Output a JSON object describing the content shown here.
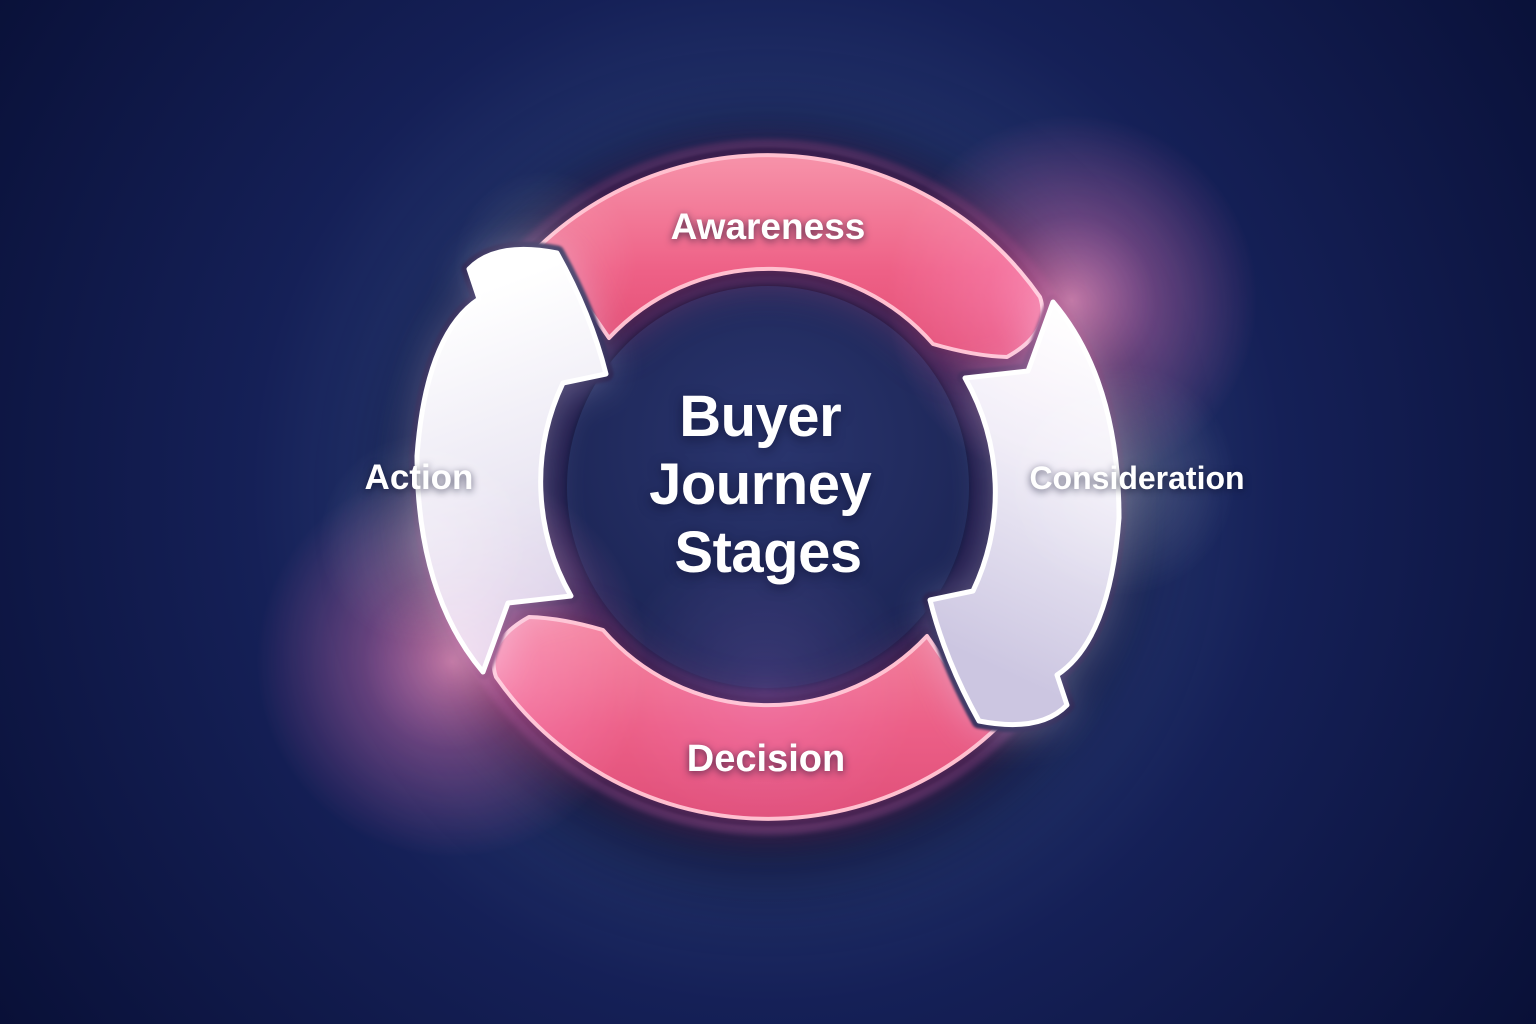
{
  "diagram": {
    "center_title_lines": [
      "Buyer",
      "Journey",
      "Stages"
    ],
    "stages": [
      {
        "label": "Awareness",
        "position": "top",
        "shape": "pink-ribbon-arc"
      },
      {
        "label": "Consideration",
        "position": "right",
        "shape": "light-arrow-arc"
      },
      {
        "label": "Decision",
        "position": "bottom",
        "shape": "pink-ribbon-arc"
      },
      {
        "label": "Action",
        "position": "left",
        "shape": "light-arrow-arc"
      }
    ],
    "flow_direction": "clockwise",
    "colors": {
      "background_dark": "#0a1240",
      "background_light": "#223068",
      "pink_arc": "#ee5f84",
      "pink_border": "#ffc0cf",
      "light_arrow": "#d9d4ea",
      "arrow_border": "#ffffff",
      "outline_dark": "#1e1846",
      "text": "#ffffff",
      "glow_pink": "#ff7ba0"
    }
  }
}
